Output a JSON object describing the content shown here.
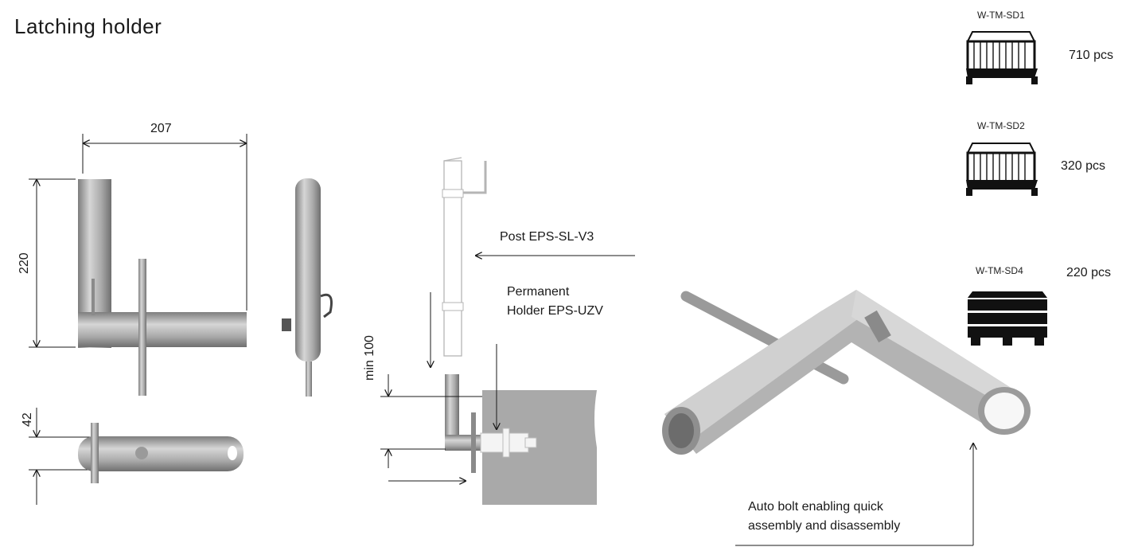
{
  "title": "Latching holder",
  "dimensions": {
    "width": "207",
    "height": "220",
    "tube": "42",
    "min": "min 100"
  },
  "labels": {
    "post": "Post  EPS-SL-V3",
    "holder_line1": "Permanent",
    "holder_line2": "Holder EPS-UZV",
    "bolt_line1": "Auto bolt enabling quick",
    "bolt_line2": "assembly and disassembly"
  },
  "packaging": [
    {
      "code": "W-TM-SD1",
      "qty": "710 pcs",
      "icon": "wire-mesh-box-icon"
    },
    {
      "code": "W-TM-SD2",
      "qty": "320 pcs",
      "icon": "wire-mesh-box-icon"
    },
    {
      "code": "W-TM-SD4",
      "qty": "220 pcs",
      "icon": "wooden-crate-icon"
    }
  ],
  "colors": {
    "steel": "#b8b8b8",
    "steel_dark": "#8a8a8a",
    "concrete": "#a9a9a9",
    "line": "#1a1a1a"
  }
}
